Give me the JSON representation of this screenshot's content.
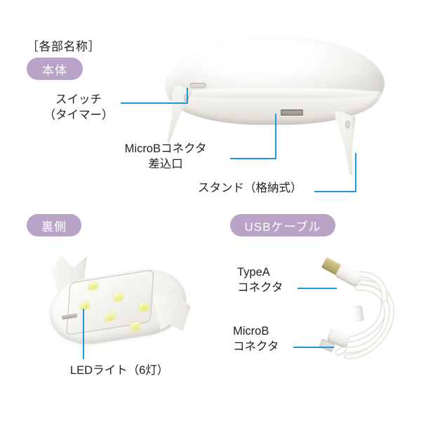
{
  "page": {
    "background_color": "#ffffff",
    "leader_line_color": "#2196d9",
    "badge_color": "#b9a3c6",
    "text_color": "#231f20"
  },
  "heading": {
    "text": "［各部名称］"
  },
  "sections": {
    "main_unit": {
      "badge": "本体",
      "callouts": [
        {
          "name": "switch",
          "line1": "スイッチ",
          "line2": "（タイマー）"
        },
        {
          "name": "microb-port",
          "line1": "MicroBコネクタ",
          "line2": "差込口"
        },
        {
          "name": "stand",
          "line1": "スタンド（格納式）",
          "line2": ""
        }
      ]
    },
    "back_side": {
      "badge": "裏側",
      "callouts": [
        {
          "name": "led-light",
          "line1": "LEDライト（6灯）",
          "line2": ""
        }
      ]
    },
    "usb_cable": {
      "badge": "USBケーブル",
      "callouts": [
        {
          "name": "type-a-connector",
          "line1": "TypeA",
          "line2": "コネクタ"
        },
        {
          "name": "microb-connector",
          "line1": "MicroB",
          "line2": "コネクタ"
        }
      ]
    }
  },
  "product": {
    "led_count": 6,
    "device_color": "#ffffff",
    "led_color": "#eded8a",
    "usb_a_plug_color": "#c3b478"
  }
}
